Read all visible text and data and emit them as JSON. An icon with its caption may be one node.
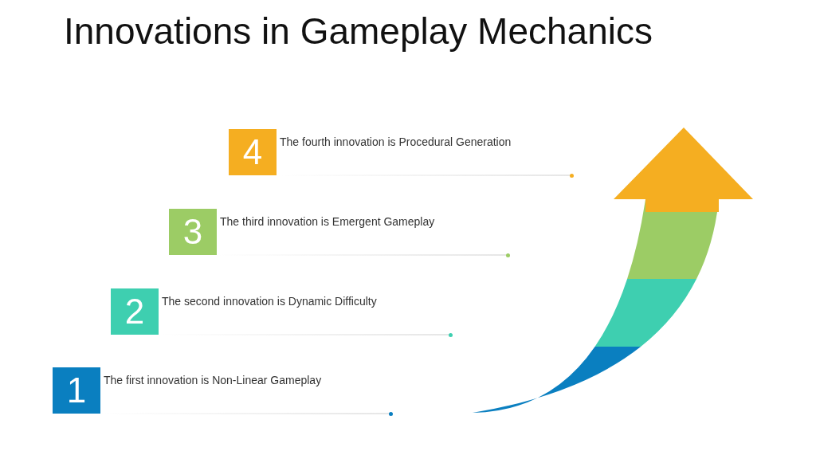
{
  "diagram": {
    "title": "Innovations in Gameplay Mechanics",
    "nodes": [
      {
        "text": [
          "4"
        ],
        "beside": [
          "The fourth innovation is Procedural Generation"
        ]
      },
      {
        "text": [
          "3"
        ],
        "beside": [
          "The third innovation is Emergent Gameplay"
        ]
      },
      {
        "text": [
          "2"
        ],
        "beside": [
          "The second innovation is Dynamic Difficulty"
        ]
      },
      {
        "text": [
          "1"
        ],
        "beside": [
          "The first innovation is Non-Linear Gameplay"
        ]
      }
    ],
    "edges": []
  }
}
